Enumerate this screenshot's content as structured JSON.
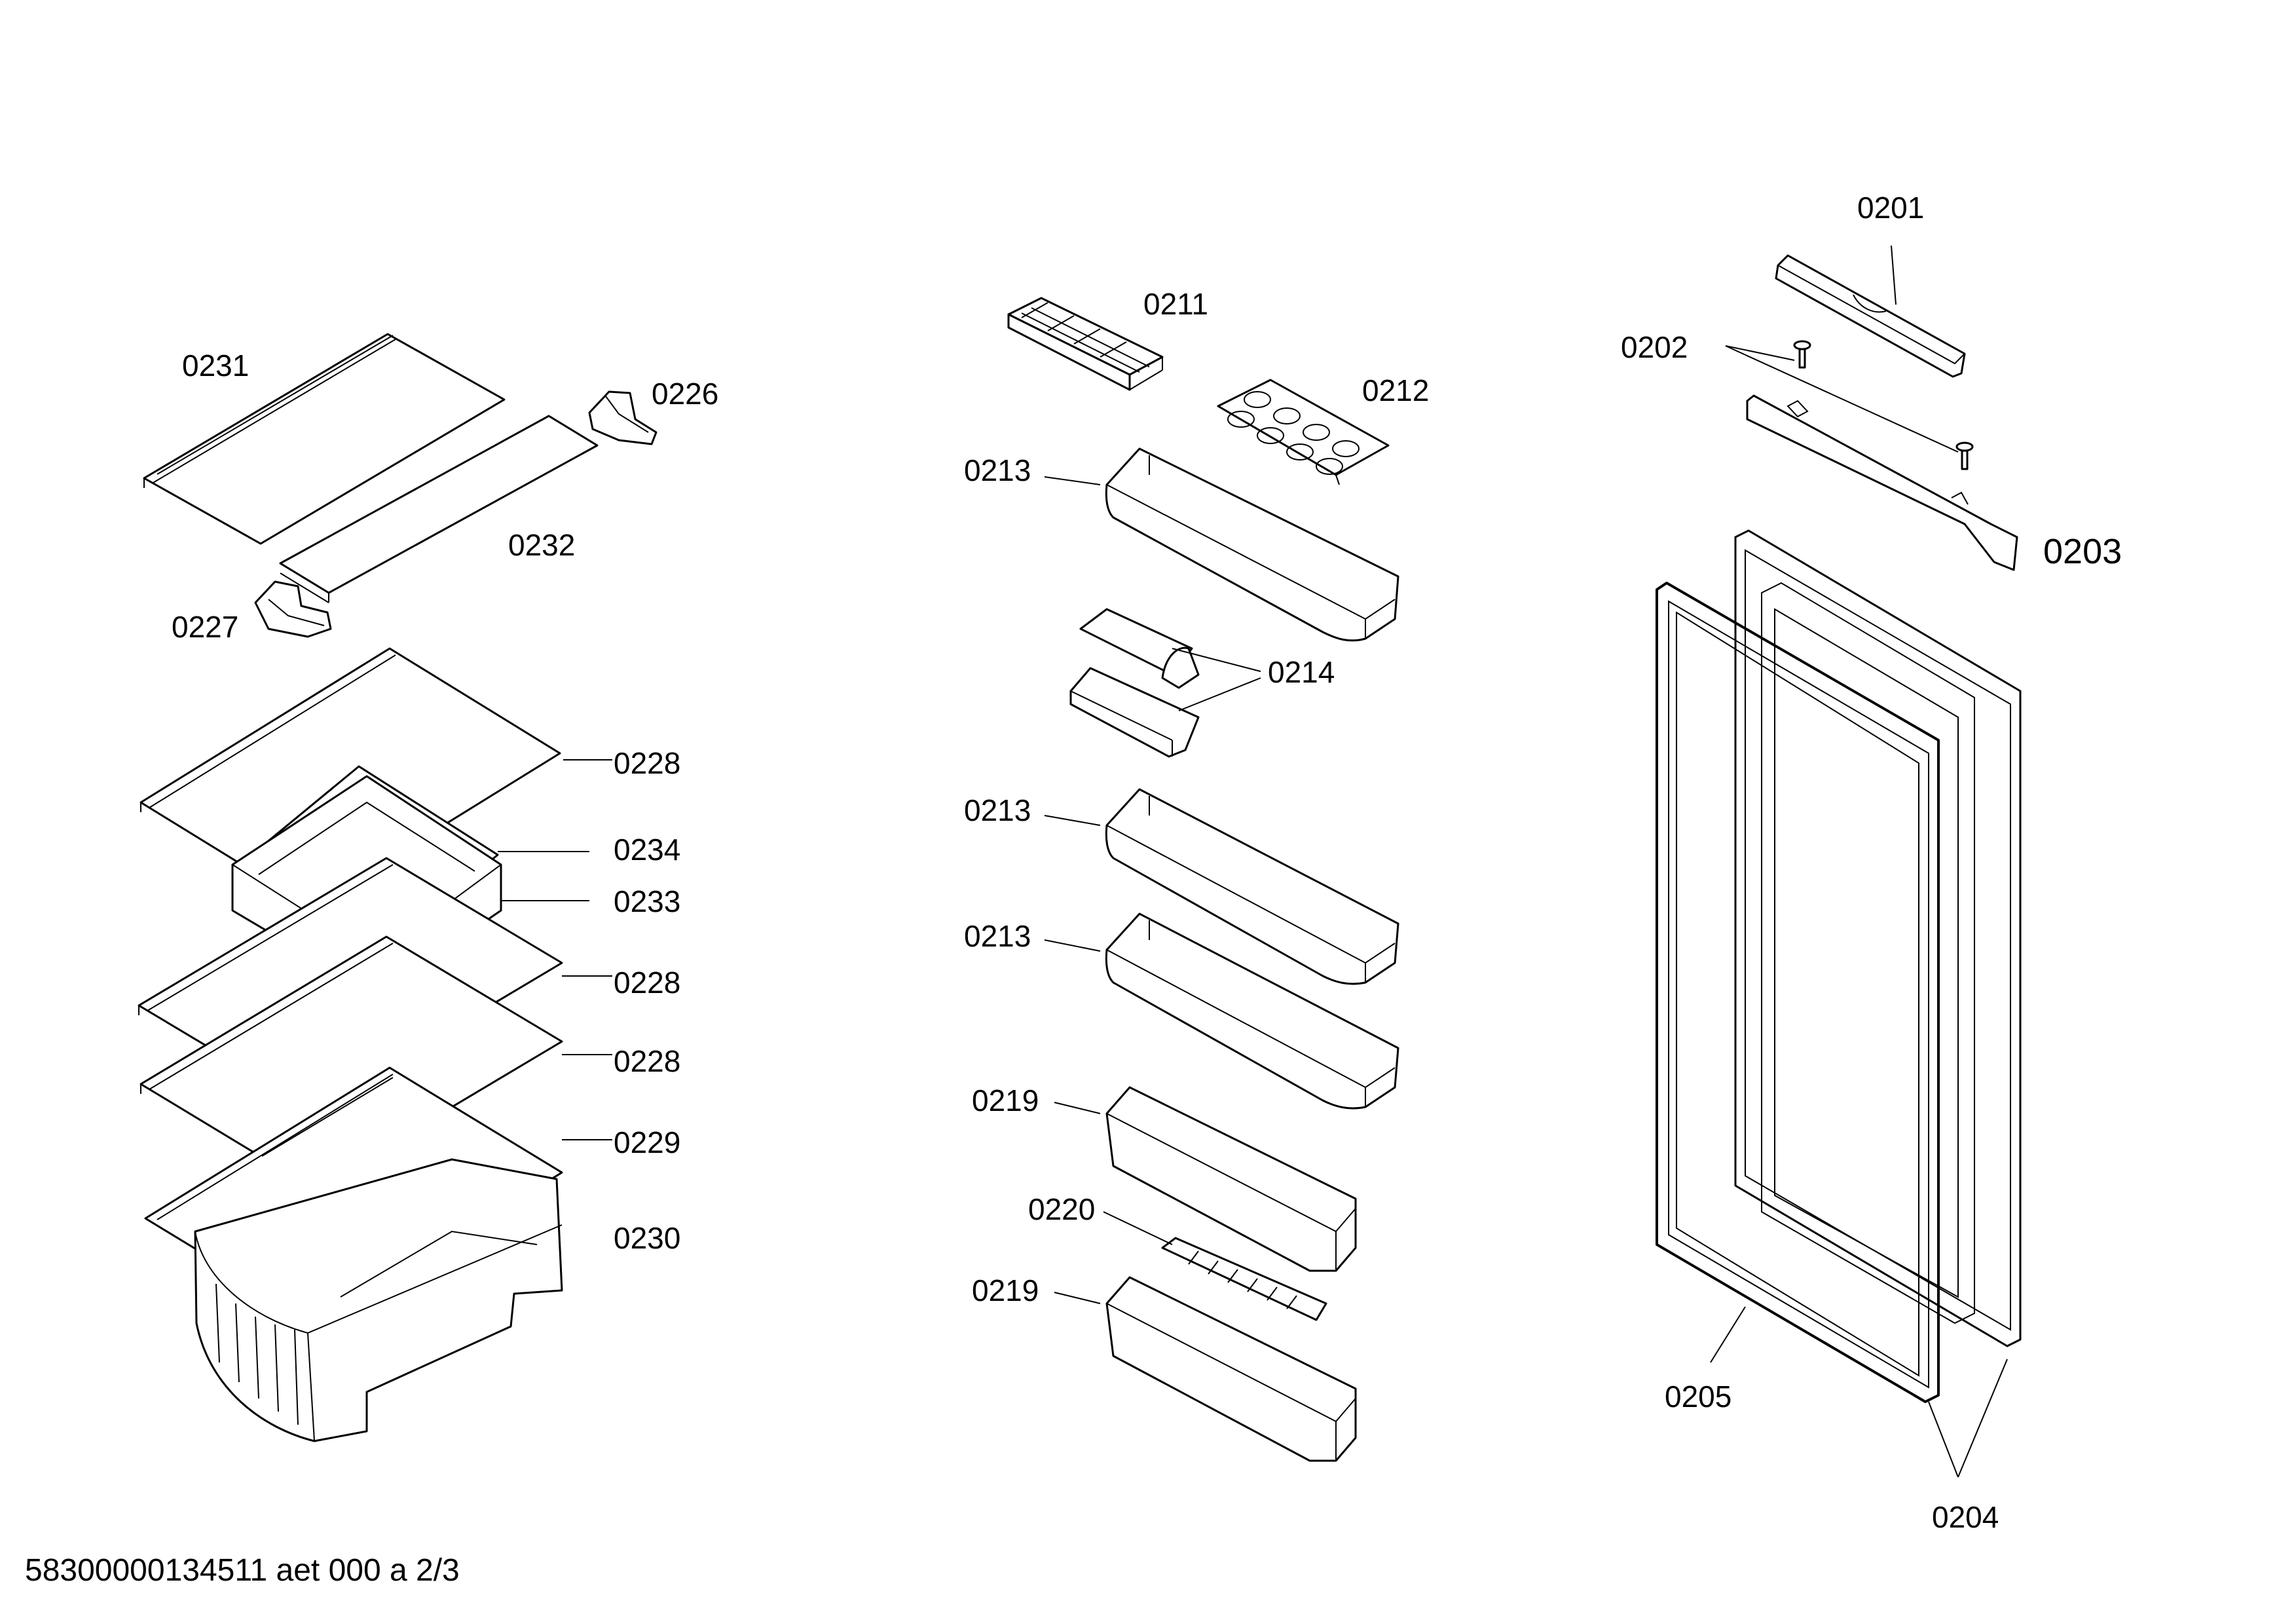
{
  "labels": {
    "l0201": "0201",
    "l0202": "0202",
    "l0203": "0203",
    "l0204": "0204",
    "l0205": "0205",
    "l0211": "0211",
    "l0212": "0212",
    "l0213": "0213",
    "l0214": "0214",
    "l0219": "0219",
    "l0220": "0220",
    "l0226": "0226",
    "l0227": "0227",
    "l0228": "0228",
    "l0229": "0229",
    "l0230": "0230",
    "l0231": "0231",
    "l0232": "0232",
    "l0233": "0233",
    "l0234": "0234"
  },
  "footer": "58300000134511 aet 000 a 2/3"
}
